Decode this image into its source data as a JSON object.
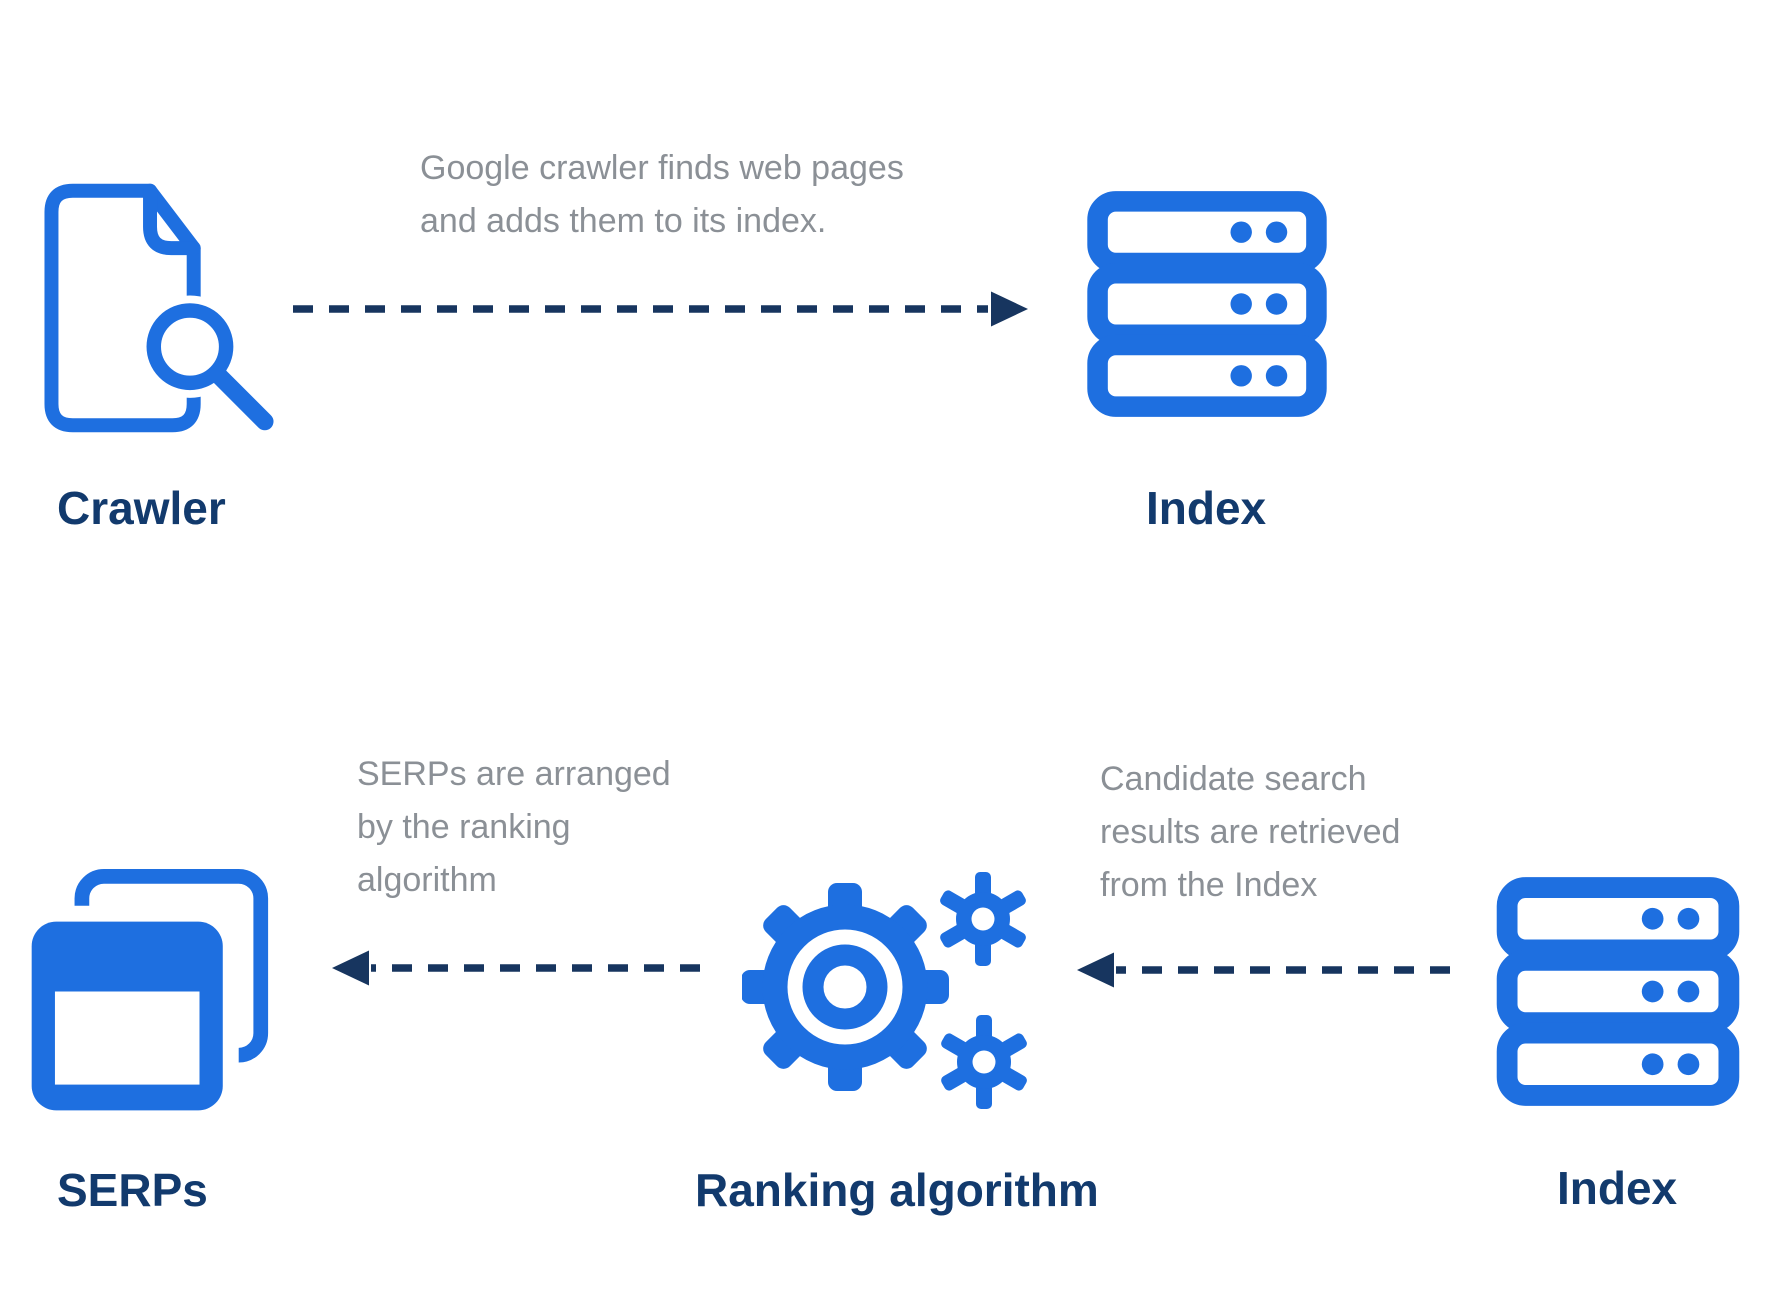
{
  "colors": {
    "background": "#ffffff",
    "icon_blue": "#1e6fe0",
    "label_navy": "#123a6d",
    "arrow_navy": "#17355f",
    "caption_gray": "#8b9096"
  },
  "nodes": [
    {
      "id": "crawler",
      "label": "Crawler",
      "icon": "document-search-icon"
    },
    {
      "id": "index-top",
      "label": "Index",
      "icon": "server-stack-icon"
    },
    {
      "id": "serps",
      "label": "SERPs",
      "icon": "stacked-pages-icon"
    },
    {
      "id": "ranking",
      "label": "Ranking algorithm",
      "icon": "gears-icon"
    },
    {
      "id": "index-bottom",
      "label": "Index",
      "icon": "server-stack-icon"
    }
  ],
  "captions": [
    {
      "id": "crawl-caption",
      "lines": [
        "Google crawler finds web pages",
        "and adds them to its index."
      ]
    },
    {
      "id": "serps-caption",
      "lines": [
        "SERPs are arranged",
        "by the ranking",
        "algorithm"
      ]
    },
    {
      "id": "retrieve-caption",
      "lines": [
        "Candidate search",
        "results are retrieved",
        "from the Index"
      ]
    }
  ],
  "arrows": [
    {
      "id": "crawler-to-index",
      "direction": "right",
      "style": "dashed"
    },
    {
      "id": "ranking-to-serps",
      "direction": "left",
      "style": "dashed"
    },
    {
      "id": "index-to-ranking",
      "direction": "left",
      "style": "dashed"
    }
  ]
}
